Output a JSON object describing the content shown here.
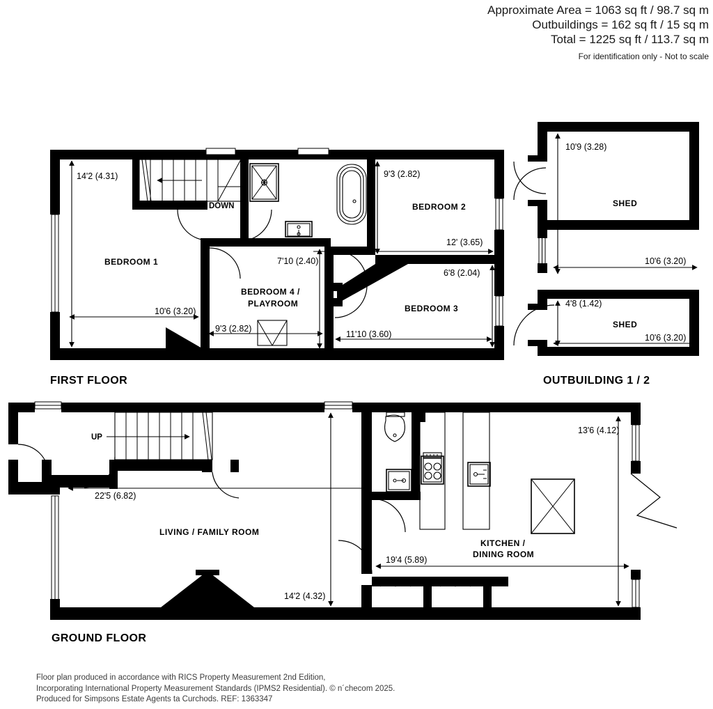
{
  "header": {
    "area_line": "Approximate Area = 1063 sq ft / 98.7 sq m",
    "outbuildings_line": "Outbuildings = 162 sq ft / 15 sq m",
    "total_line": "Total = 1225 sq ft / 113.7 sq m",
    "disclaimer": "For identification only - Not to scale"
  },
  "floors": {
    "first": {
      "title": "FIRST FLOOR"
    },
    "outbuilding": {
      "title": "OUTBUILDING 1 / 2"
    },
    "ground": {
      "title": "GROUND FLOOR"
    }
  },
  "rooms": {
    "bedroom1": {
      "label": "BEDROOM 1",
      "dim_v": "14'2 (4.31)",
      "dim_h": "10'6 (3.20)"
    },
    "bedroom2": {
      "label": "BEDROOM 2",
      "dim_v": "9'3 (2.82)",
      "dim_h": "12' (3.65)"
    },
    "bedroom3": {
      "label": "BEDROOM 3",
      "dim_v": "6'8 (2.04)",
      "dim_h": "11'10 (3.60)"
    },
    "bedroom4": {
      "label_line1": "BEDROOM 4 /",
      "label_line2": "PLAYROOM",
      "dim_v": "7'10 (2.40)",
      "dim_h": "9'3 (2.82)"
    },
    "stairs_first": {
      "label": "DOWN"
    },
    "stairs_ground": {
      "label": "UP"
    },
    "shed1": {
      "label": "SHED",
      "dim_v": "10'9 (3.28)",
      "dim_h": "10'6 (3.20)"
    },
    "shed2": {
      "label": "SHED",
      "dim_v": "4'8 (1.42)",
      "dim_h": "10'6 (3.20)"
    },
    "living": {
      "label": "LIVING / FAMILY ROOM",
      "dim_h": "22'5 (6.82)",
      "dim_v": "14'2 (4.32)"
    },
    "kitchen": {
      "label_line1": "KITCHEN /",
      "label_line2": "DINING ROOM",
      "dim_v": "13'6 (4.12)",
      "dim_h": "19'4 (5.89)"
    }
  },
  "footer": {
    "line1": "Floor plan produced in accordance with RICS Property Measurement 2nd Edition,",
    "line2": "Incorporating International Property Measurement Standards (IPMS2 Residential).   © n´checom 2025.",
    "line3": "Produced for Simpsons Estate Agents ta Curchods.   REF: 1363347"
  }
}
